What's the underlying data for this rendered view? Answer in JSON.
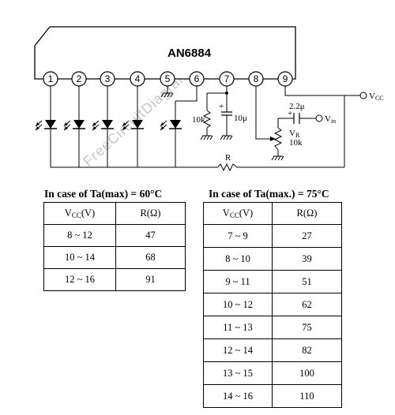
{
  "schematic": {
    "chip_label": "AN6884",
    "pins": [
      "1",
      "2",
      "3",
      "4",
      "5",
      "6",
      "7",
      "8",
      "9"
    ],
    "labels": {
      "vcc_main": "V",
      "vcc_main_sub": "CC",
      "vin_main": "V",
      "vin_sub": "in",
      "cap_input": "2.2μ",
      "cap_pin7": "10μ",
      "res_pin7": "10k",
      "vr_main": "V",
      "vr_sub": "R",
      "vr_value": "10k",
      "res_bottom": "R",
      "plus": "+"
    },
    "watermark": "FreeCircuitDiagram.Com"
  },
  "table_left": {
    "caption": "In case of Ta(max) = 60°C",
    "header_vcc_main": "V",
    "header_vcc_sub": "CC",
    "header_vcc_unit": "(V)",
    "header_r": "R(Ω)",
    "rows": [
      {
        "vcc": "8 ~ 12",
        "r": "47"
      },
      {
        "vcc": "10 ~ 14",
        "r": "68"
      },
      {
        "vcc": "12 ~ 16",
        "r": "91"
      }
    ]
  },
  "table_right": {
    "caption": "In case of Ta(max.) = 75°C",
    "header_vcc_main": "V",
    "header_vcc_sub": "CC",
    "header_vcc_unit": "(V)",
    "header_r": "R(Ω)",
    "rows": [
      {
        "vcc": "7 ~ 9",
        "r": "27"
      },
      {
        "vcc": "8 ~ 10",
        "r": "39"
      },
      {
        "vcc": "9 ~ 11",
        "r": "51"
      },
      {
        "vcc": "10 ~ 12",
        "r": "62"
      },
      {
        "vcc": "11 ~ 13",
        "r": "75"
      },
      {
        "vcc": "12 ~ 14",
        "r": "82"
      },
      {
        "vcc": "13 ~ 15",
        "r": "100"
      },
      {
        "vcc": "14 ~ 16",
        "r": "110"
      }
    ]
  }
}
